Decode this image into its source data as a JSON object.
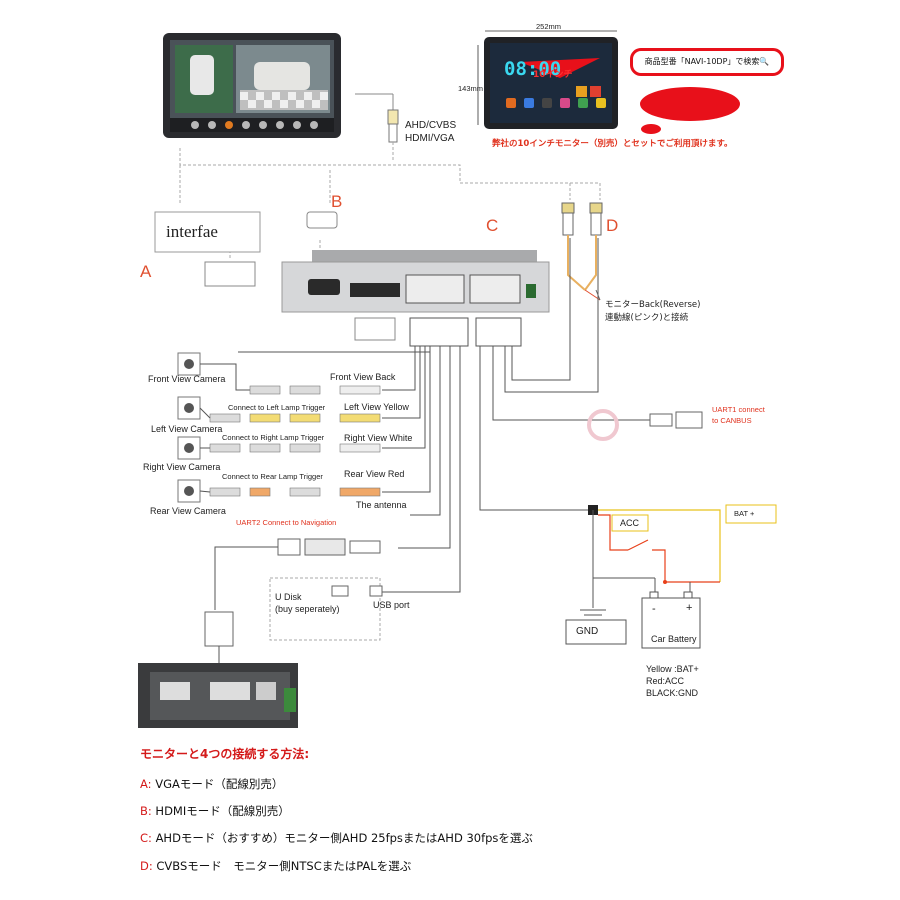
{
  "top": {
    "monitor_size_w": "252mm",
    "monitor_size_h": "143mm",
    "clock": "08:00",
    "inch_label": "10インチ",
    "search_bubble": "商品型番「NAVI-10DP」で検索🔍",
    "set_note": "弊社の10インチモニター（別売）とセットでご利用頂けます。"
  },
  "video_out_label_1": "AHD/CVBS",
  "video_out_label_2": "HDMI/VGA",
  "interface_label": "interfae",
  "letters": {
    "a": "A",
    "b": "B",
    "c": "C",
    "d": "D"
  },
  "reverse_note_1": "モニターBack(Reverse)",
  "reverse_note_2": "連動線(ピンク)と接続",
  "cameras": {
    "front": "Front View Camera",
    "left": "Left View Camera",
    "right": "Right View Camera",
    "rear": "Rear View Camera"
  },
  "cable_labels": {
    "front_back": "Front View Back",
    "left_trigger": "Connect to Left Lamp Trigger",
    "left_yellow": "Left View Yellow",
    "right_trigger": "Connect to Right Lamp Trigger",
    "right_white": "Right View White",
    "rear_trigger": "Connect to Rear Lamp Trigger",
    "rear_red": "Rear View Red",
    "antenna": "The antenna",
    "uart2": "UART2 Connect to Navigation",
    "uart1_1": "UART1 connect",
    "uart1_2": "to CANBUS",
    "usb_port": "USB port",
    "udisk_1": "U Disk",
    "udisk_2": "(buy seperately)"
  },
  "power": {
    "acc": "ACC",
    "bat": "BAT +",
    "gnd": "GND",
    "battery": "Car Battery",
    "minus": "-",
    "plus": "+",
    "legend_1": "Yellow :BAT+",
    "legend_2": "Red:ACC",
    "legend_3": "BLACK:GND"
  },
  "modes": {
    "title": "モニターと4つの接続する方法:",
    "items": [
      {
        "key": "A:",
        "text": "VGAモード（配線別売）"
      },
      {
        "key": "B:",
        "text": "HDMIモード（配線別売）"
      },
      {
        "key": "C:",
        "text": "AHDモード（おすすめ）モニター側AHD 25fpsまたはAHD 30fpsを選ぶ"
      },
      {
        "key": "D:",
        "text": "CVBSモード　モニター側NTSCまたはPALを選ぶ"
      }
    ]
  },
  "colors": {
    "accent_red": "#e0321e",
    "title_red": "#d41a1a",
    "wire_gray": "#555555",
    "acc_wire": "#e8401a",
    "bat_wire": "#e8c21a"
  }
}
